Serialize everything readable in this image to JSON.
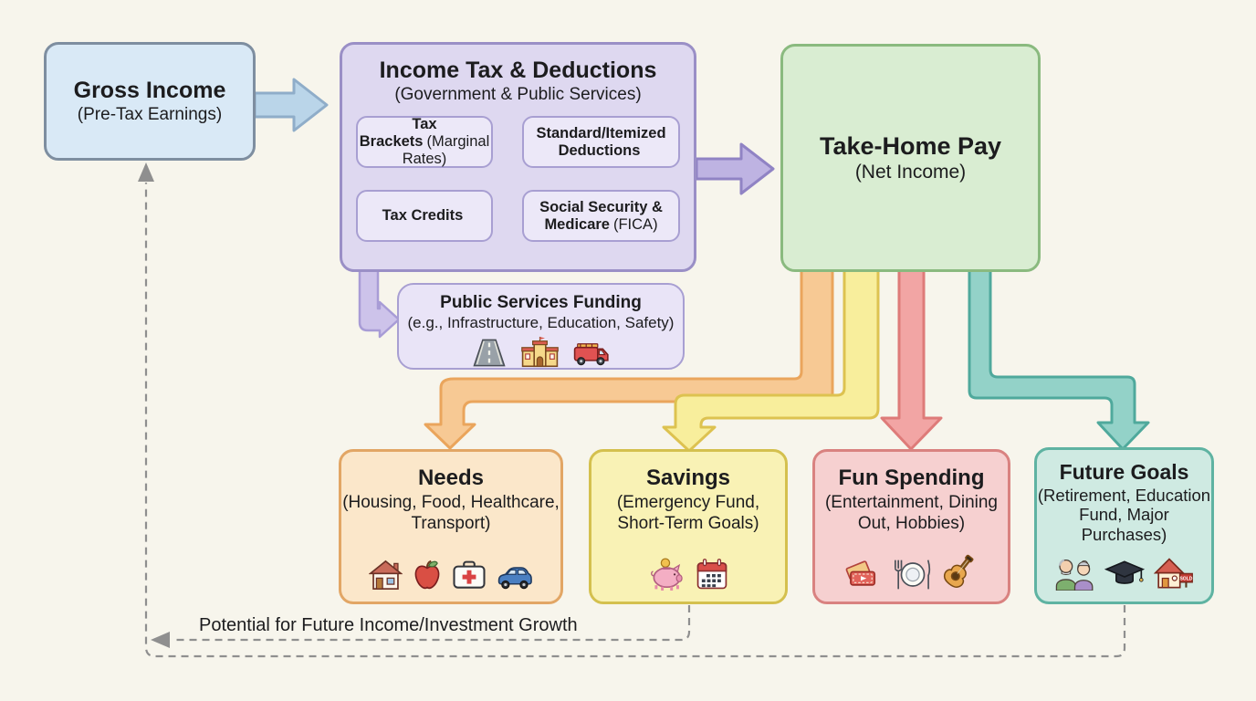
{
  "background": "#f7f5ec",
  "feedback_label": "Potential for Future Income/Investment Growth",
  "nodes": {
    "gross_income": {
      "title": "Gross Income",
      "subtitle": "(Pre-Tax Earnings)"
    },
    "income_tax": {
      "title": "Income Tax & Deductions",
      "subtitle": "(Government & Public Services)",
      "children": [
        {
          "label": "Tax Brackets",
          "sub": "(Marginal Rates)"
        },
        {
          "label": "Standard/Itemized Deductions",
          "sub": ""
        },
        {
          "label": "Tax Credits",
          "sub": ""
        },
        {
          "label": "Social Security & Medicare",
          "sub": "(FICA)"
        }
      ]
    },
    "take_home": {
      "title": "Take-Home Pay",
      "subtitle": "(Net Income)"
    },
    "public_services": {
      "title": "Public Services Funding",
      "subtitle": "(e.g., Infrastructure, Education, Safety)",
      "icons": [
        "road-icon",
        "school-icon",
        "firetruck-icon"
      ]
    },
    "needs": {
      "title": "Needs",
      "subtitle": "(Housing, Food, Healthcare, Transport)",
      "icons": [
        "house-icon",
        "apple-icon",
        "firstaid-icon",
        "car-icon"
      ]
    },
    "savings": {
      "title": "Savings",
      "subtitle": "(Emergency Fund, Short-Term Goals)",
      "icons": [
        "piggy-bank-icon",
        "calendar-icon"
      ]
    },
    "fun_spending": {
      "title": "Fun Spending",
      "subtitle": "(Entertainment, Dining Out, Hobbies)",
      "icons": [
        "movie-ticket-icon",
        "dining-icon",
        "guitar-icon"
      ]
    },
    "future_goals": {
      "title": "Future Goals",
      "subtitle": "(Retirement, Education Fund, Major Purchases)",
      "icons": [
        "elderly-couple-icon",
        "graduation-cap-icon",
        "sold-house-icon"
      ]
    }
  },
  "colors": {
    "gross_income": {
      "fill": "#d9e9f6",
      "border": "#7e8ea0"
    },
    "income_tax": {
      "fill": "#ded8f0",
      "border": "#9a8fc6"
    },
    "take_home": {
      "fill": "#d9edd2",
      "border": "#8aba7f"
    },
    "public_services": {
      "fill": "#e9e4f7",
      "border": "#a89fd2"
    },
    "needs": {
      "fill": "#fbe7ca",
      "border": "#e2a665"
    },
    "savings": {
      "fill": "#f9f2b5",
      "border": "#d4c04e"
    },
    "fun_spending": {
      "fill": "#f6d0d0",
      "border": "#d98280"
    },
    "future_goals": {
      "fill": "#cfeae2",
      "border": "#5fb3a2"
    }
  },
  "connections": {
    "gross_to_tax": {
      "from": "gross_income",
      "to": "income_tax",
      "fill": "#bad5e9",
      "stroke": "#8fadc9"
    },
    "tax_to_takehome": {
      "from": "income_tax",
      "to": "take_home",
      "fill": "#beb3e2",
      "stroke": "#9083c4"
    },
    "tax_to_public_services": {
      "from": "income_tax",
      "to": "public_services",
      "fill": "#cdc3ea",
      "stroke": "#a89cd6"
    },
    "takehome_to_needs": {
      "from": "take_home",
      "to": "needs",
      "fill": "#f7c994",
      "stroke": "#eaa55c"
    },
    "takehome_to_savings": {
      "from": "take_home",
      "to": "savings",
      "fill": "#f8ee9c",
      "stroke": "#ddc250"
    },
    "takehome_to_fun": {
      "from": "take_home",
      "to": "fun_spending",
      "fill": "#f2a5a4",
      "stroke": "#de7b79"
    },
    "takehome_to_future": {
      "from": "take_home",
      "to": "future_goals",
      "fill": "#93d2c8",
      "stroke": "#4fa99c"
    },
    "savings_feedback": {
      "from": "savings",
      "to": "gross_income",
      "stroke": "#8f8f8f",
      "style": "dashed"
    },
    "future_feedback": {
      "from": "future_goals",
      "to": "gross_income",
      "stroke": "#8f8f8f",
      "style": "dashed"
    }
  }
}
